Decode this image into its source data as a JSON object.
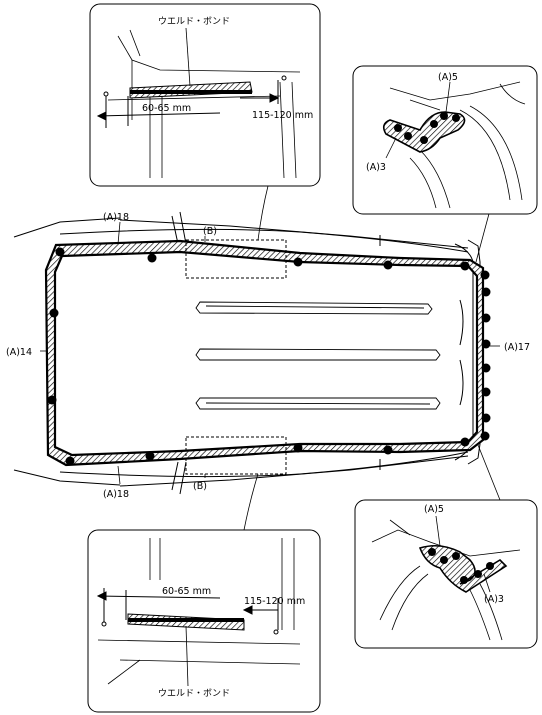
{
  "callouts": {
    "a18_top": "(A)18",
    "a18_bottom": "(A)18",
    "a14": "(A)14",
    "a17": "(A)17",
    "b_top": "(B)",
    "b_bottom": "(B)"
  },
  "inset_top": {
    "bond_label": "ウエルド・ボンド",
    "dim_left": "60-65 mm",
    "dim_right": "115-120 mm"
  },
  "inset_bottom": {
    "bond_label": "ウエルド・ボンド",
    "dim_left": "60-65 mm",
    "dim_right": "115-120 mm"
  },
  "inset_upper_right": {
    "label_a5": "(A)5",
    "label_a3": "(A)3"
  },
  "inset_lower_right": {
    "label_a5": "(A)5",
    "label_a3": "(A)3"
  },
  "colors": {
    "line": "#000000",
    "hatch": "#000000",
    "background": "#ffffff"
  }
}
